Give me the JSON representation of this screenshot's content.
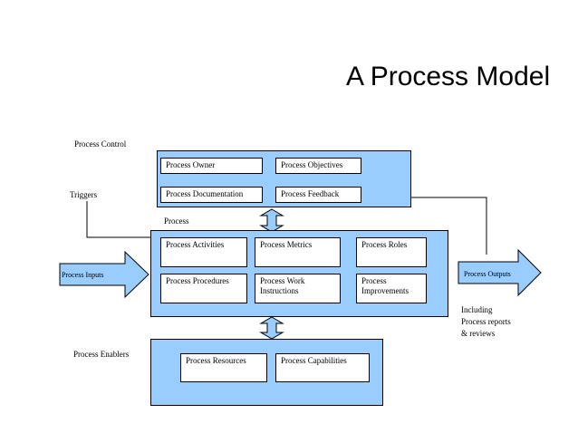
{
  "title": "A Process Model",
  "labels": {
    "process_control": "Process Control",
    "triggers": "Triggers",
    "process": "Process",
    "process_inputs": "Process Inputs",
    "process_outputs": "Process Outputs",
    "including": "Including\nProcess reports\n& reviews",
    "process_enablers": "Process Enablers"
  },
  "control_boxes": {
    "owner": "Process Owner",
    "objectives": "Process Objectives",
    "documentation": "Process Documentation",
    "feedback": "Process Feedback"
  },
  "process_boxes": {
    "activities": "Process Activities",
    "metrics": "Process Metrics",
    "roles": "Process Roles",
    "procedures": "Process Procedures",
    "work_instructions": "Process Work\nInstructions",
    "improvements": "Process\nImprovements"
  },
  "enabler_boxes": {
    "resources": "Process Resources",
    "capabilities": "Process Capabilities"
  },
  "colors": {
    "panel": "#99ccff",
    "line": "#000000"
  }
}
